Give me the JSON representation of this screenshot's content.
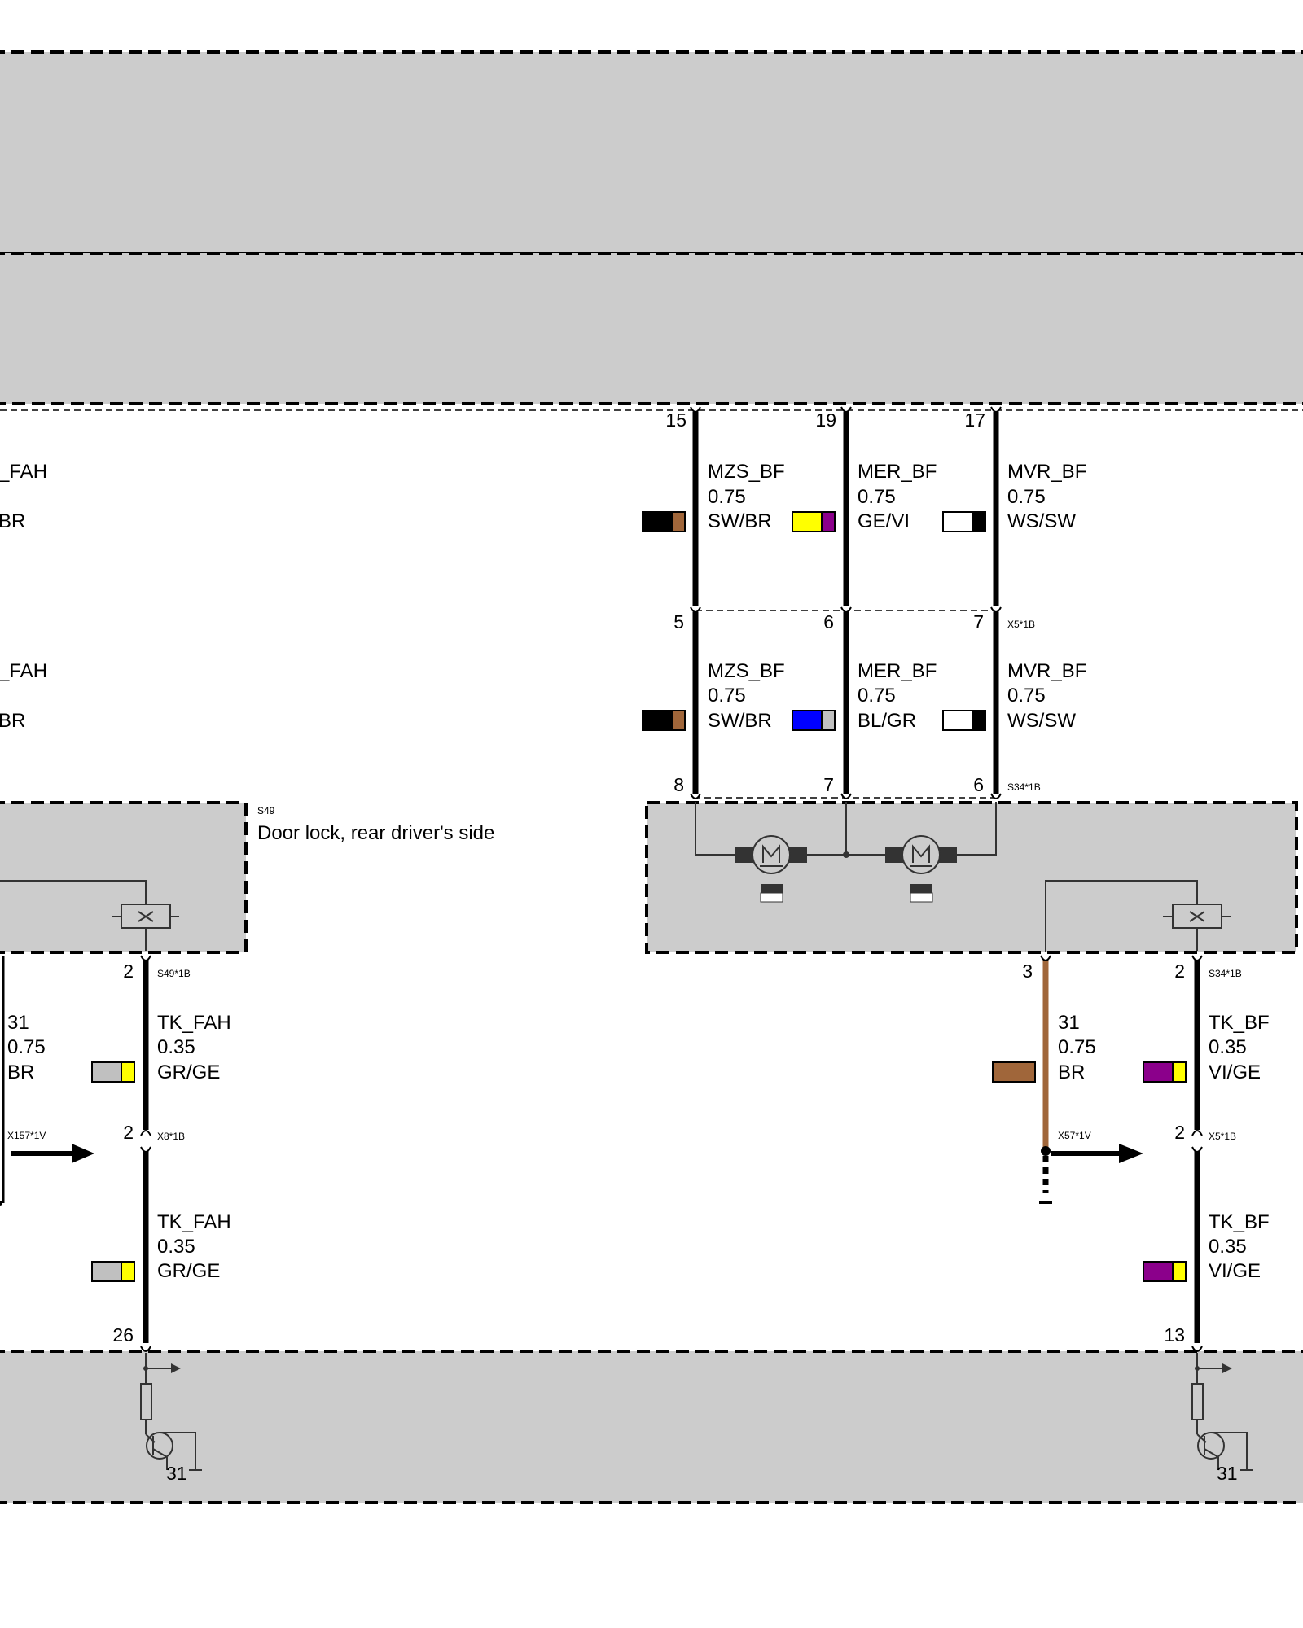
{
  "components": {
    "s49": {
      "id": "S49",
      "name": "Door lock, rear driver's side"
    }
  },
  "connectors": {
    "x5_1b_top": "X5*1B",
    "s34_1b_top": "S34*1B",
    "s49_1b": "S49*1B",
    "s34_1b_bottom": "S34*1B",
    "x8_1b": "X8*1B",
    "x5_1b_bottom": "X5*1B",
    "x157_1v": "X157*1V",
    "x57_1v": "X57*1V"
  },
  "pins": {
    "mzs_top": "15",
    "mer_top": "19",
    "mvr_top": "17",
    "mzs_mid": "5",
    "mer_mid": "6",
    "mvr_mid": "7",
    "mzs_bot": "8",
    "mer_bot": "7",
    "mvr_bot": "6",
    "tkfah_s49": "2",
    "tkfah_x8": "2",
    "tkfah_ecu": "26",
    "gnd_s34": "3",
    "tkbf_s34": "2",
    "tkbf_x5": "2",
    "tkbf_ecu": "13"
  },
  "wires": {
    "left_top": {
      "name": "_FAH",
      "color": "BR"
    },
    "left_mid": {
      "name": "_FAH",
      "color": "BR"
    },
    "mzs_top": {
      "name": "MZS_BF",
      "size": "0.75",
      "color": "SW/BR",
      "c1": "#000000",
      "c2": "#a0663a"
    },
    "mer_top": {
      "name": "MER_BF",
      "size": "0.75",
      "color": "GE/VI",
      "c1": "#ffff00",
      "c2": "#8b008b"
    },
    "mvr_top": {
      "name": "MVR_BF",
      "size": "0.75",
      "color": "WS/SW",
      "c1": "#ffffff",
      "c2": "#000000"
    },
    "mzs_mid": {
      "name": "MZS_BF",
      "size": "0.75",
      "color": "SW/BR",
      "c1": "#000000",
      "c2": "#a0663a"
    },
    "mer_mid": {
      "name": "MER_BF",
      "size": "0.75",
      "color": "BL/GR",
      "c1": "#0000ff",
      "c2": "#c0c0c0"
    },
    "mvr_mid": {
      "name": "MVR_BF",
      "size": "0.75",
      "color": "WS/SW",
      "c1": "#ffffff",
      "c2": "#000000"
    },
    "gnd_left": {
      "name": "31",
      "size": "0.75",
      "color": "BR"
    },
    "tkfah_upper": {
      "name": "TK_FAH",
      "size": "0.35",
      "color": "GR/GE",
      "c1": "#c0c0c0",
      "c2": "#ffff00"
    },
    "tkfah_lower": {
      "name": "TK_FAH",
      "size": "0.35",
      "color": "GR/GE",
      "c1": "#c0c0c0",
      "c2": "#ffff00"
    },
    "gnd_right": {
      "name": "31",
      "size": "0.75",
      "color": "BR",
      "c1": "#a0663a"
    },
    "tkbf_upper": {
      "name": "TK_BF",
      "size": "0.35",
      "color": "VI/GE",
      "c1": "#8b008b",
      "c2": "#ffff00"
    },
    "tkbf_lower": {
      "name": "TK_BF",
      "size": "0.35",
      "color": "VI/GE",
      "c1": "#8b008b",
      "c2": "#ffff00"
    }
  },
  "ground_labels": {
    "left": "31",
    "right": "31"
  },
  "colors": {
    "module_fill": "#cccccc",
    "brown_wire": "#a0663a"
  }
}
